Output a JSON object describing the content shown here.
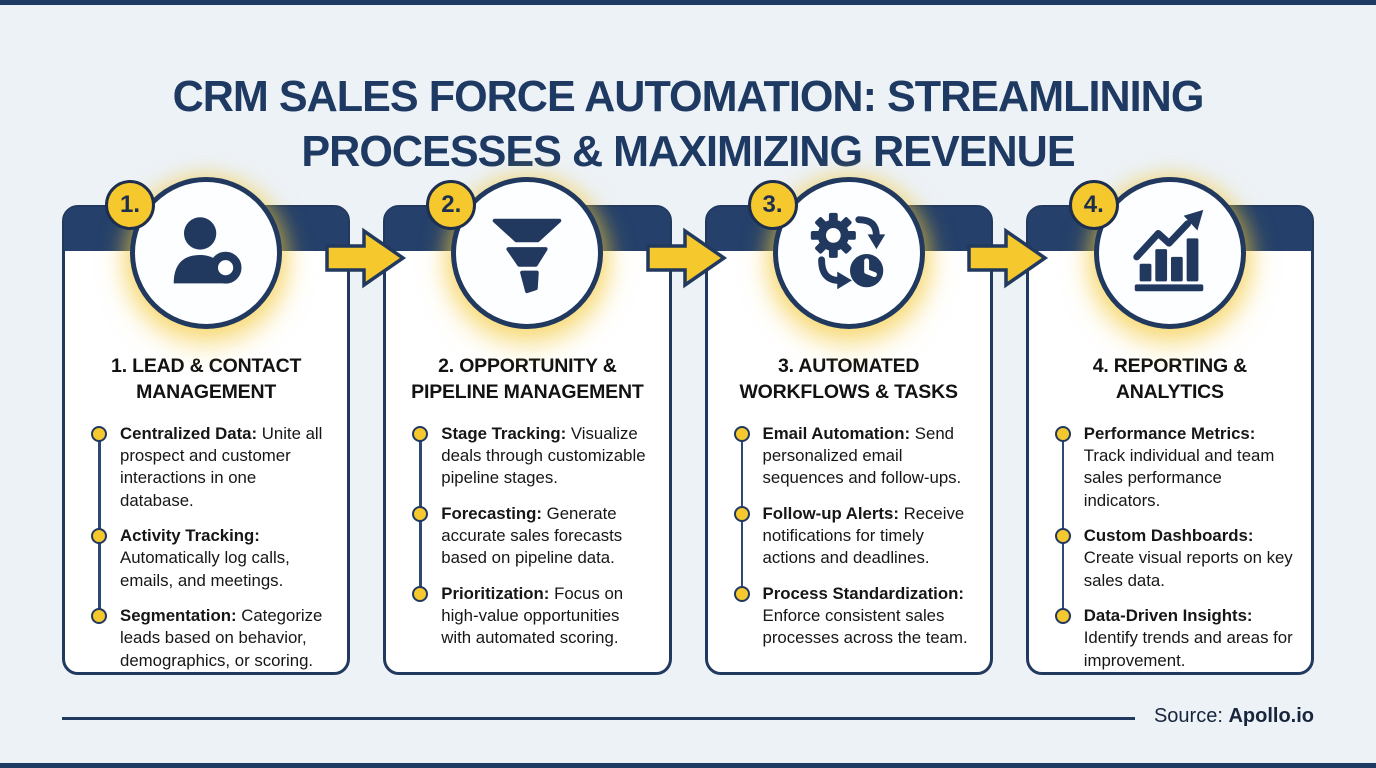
{
  "header": {
    "title_line1": "CRM SALES FORCE AUTOMATION: STREAMLINING",
    "title_line2": "PROCESSES & MAXIMIZING REVENUE"
  },
  "columns": [
    {
      "badge": "1.",
      "icon": "person-contact-icon",
      "title_lines": [
        "1. LEAD & CONTACT",
        "MANAGEMENT"
      ],
      "bullets": [
        {
          "label": "Centralized Data:",
          "text": "Unite all prospect and customer interactions in one database."
        },
        {
          "label": "Activity Tracking:",
          "text": "Automatically log calls, emails, and meetings."
        },
        {
          "label": "Segmentation:",
          "text": "Categorize leads based on behavior, demographics, or scoring."
        }
      ]
    },
    {
      "badge": "2.",
      "icon": "sales-funnel-icon",
      "title_lines": [
        "2. OPPORTUNITY &",
        "PIPELINE MANAGEMENT"
      ],
      "bullets": [
        {
          "label": "Stage Tracking:",
          "text": "Visualize deals through customizable pipeline stages."
        },
        {
          "label": "Forecasting:",
          "text": "Generate accurate sales forecasts based on pipeline data."
        },
        {
          "label": "Prioritization:",
          "text": "Focus on high-value opportunities with automated scoring."
        }
      ]
    },
    {
      "badge": "3.",
      "icon": "workflow-gear-clock-icon",
      "title_lines": [
        "3. AUTOMATED",
        "WORKFLOWS & TASKS"
      ],
      "bullets": [
        {
          "label": "Email Automation:",
          "text": "Send personalized email sequences and follow-ups."
        },
        {
          "label": "Follow-up Alerts:",
          "text": "Receive notifications for timely actions and deadlines."
        },
        {
          "label": "Process Standardization:",
          "text": "Enforce consistent sales processes across the team."
        }
      ]
    },
    {
      "badge": "4.",
      "icon": "bar-chart-growth-icon",
      "title_lines": [
        "4. REPORTING &",
        "ANALYTICS"
      ],
      "bullets": [
        {
          "label": "Performance Metrics:",
          "text": "Track individual and team sales performance indicators."
        },
        {
          "label": "Custom Dashboards:",
          "text": "Create visual reports on key sales data."
        },
        {
          "label": "Data-Driven Insights:",
          "text": "Identify trends and areas for improvement."
        }
      ]
    }
  ],
  "footer": {
    "source_label": "Source:",
    "source_name": "Apollo.io"
  },
  "colors": {
    "navy": "#22395f",
    "navy_band": "#24406b",
    "title_navy": "#1e3a63",
    "yellow": "#f5c82e",
    "background": "#edf2f7",
    "card_bg": "#ffffff",
    "body_text": "#161616"
  }
}
